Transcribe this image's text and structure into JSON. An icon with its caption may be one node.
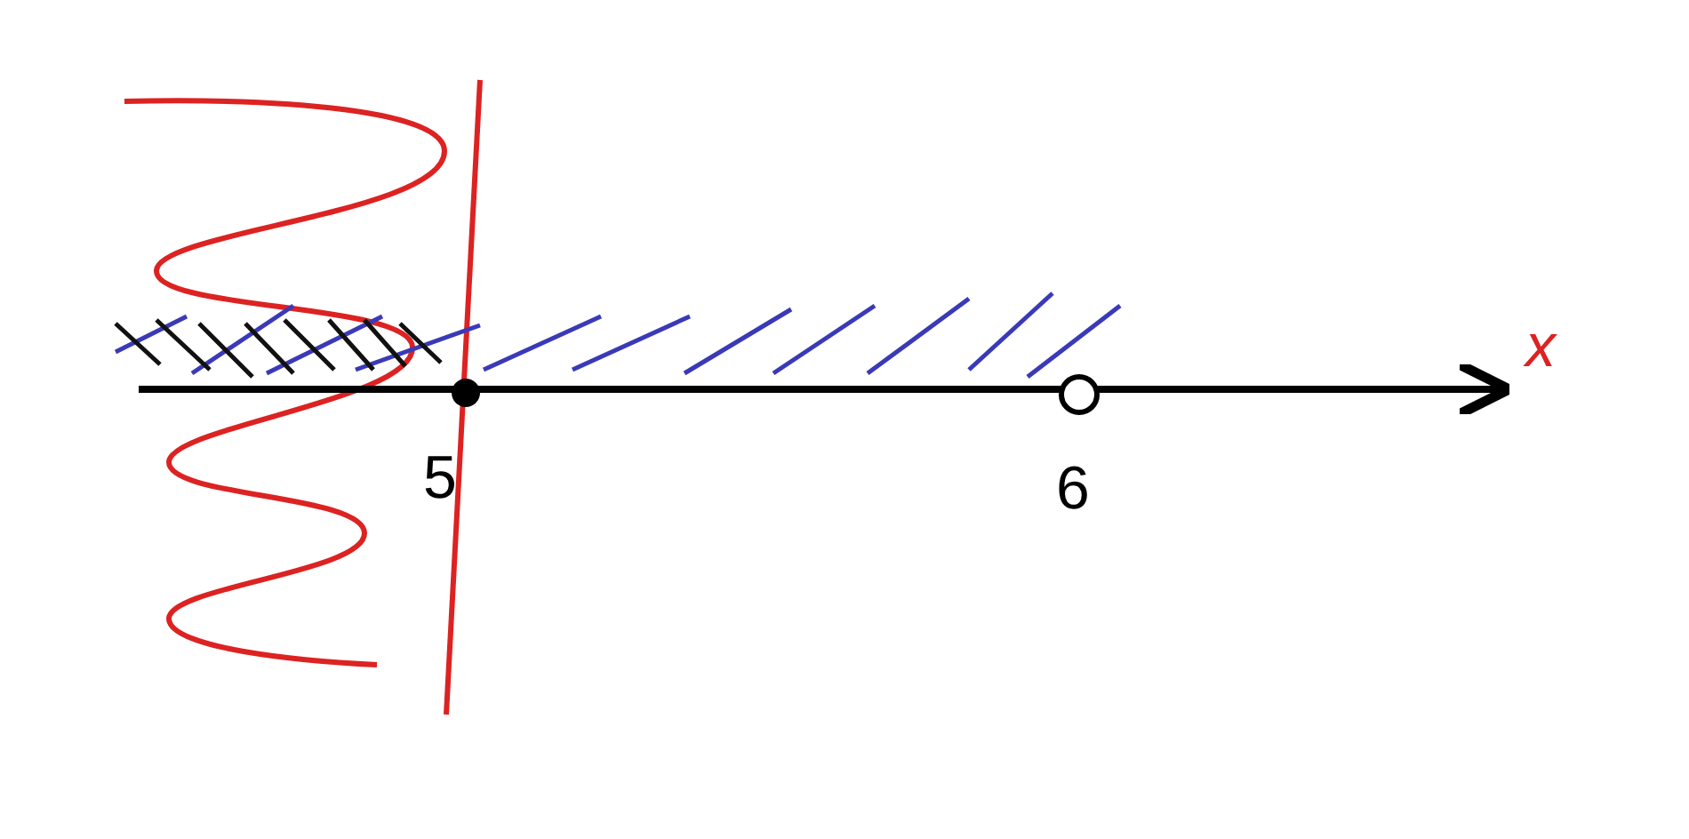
{
  "diagram": {
    "labels": [
      "5",
      "6",
      "x"
    ]
  }
}
